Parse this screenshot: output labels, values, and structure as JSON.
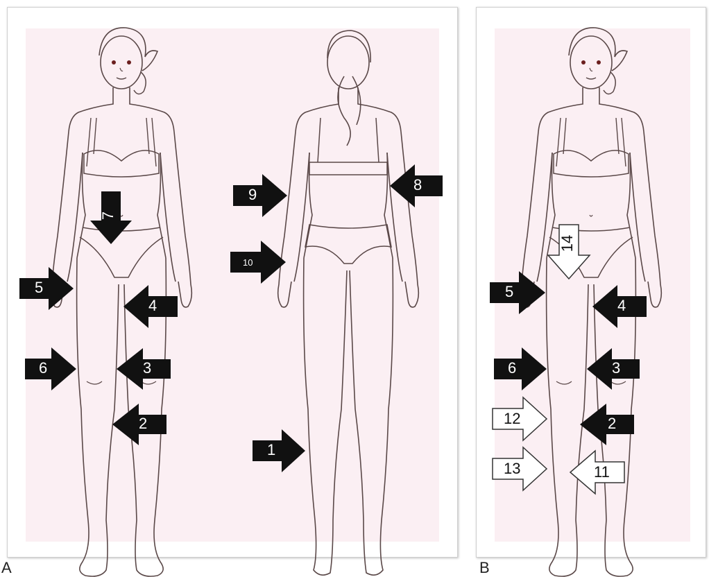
{
  "panels": {
    "a": {
      "label": "A"
    },
    "b": {
      "label": "B"
    }
  },
  "arrow_labels": {
    "a1": "1",
    "a2": "2",
    "a3": "3",
    "a4": "4",
    "a5": "5",
    "a6": "6",
    "a7": "7",
    "a8": "8",
    "a9": "9",
    "a10": "10",
    "b2": "2",
    "b3": "3",
    "b4": "4",
    "b5": "5",
    "b6": "6",
    "b11": "11",
    "b12": "12",
    "b13": "13",
    "b14": "14"
  },
  "colors": {
    "background": "#fbeff3",
    "filled_arrow": "#111111",
    "outline_arrow": "#ffffff",
    "line_art": "#5a4848"
  }
}
